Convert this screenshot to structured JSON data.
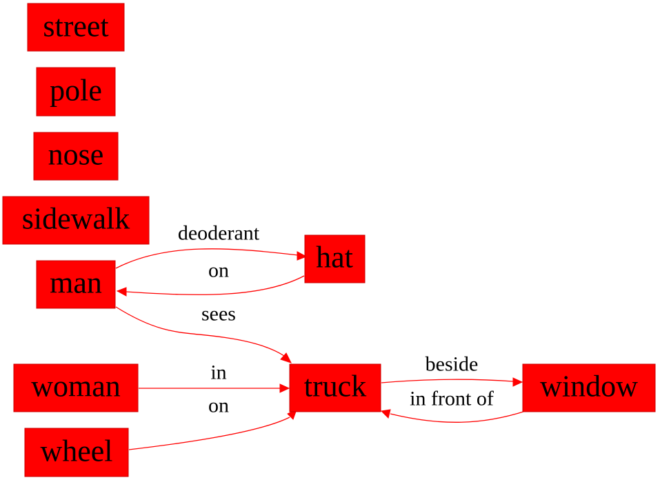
{
  "graph": {
    "node_color": "#ff0000",
    "edge_color": "#ff0000",
    "nodes": [
      {
        "id": "street",
        "label": "street"
      },
      {
        "id": "pole",
        "label": "pole"
      },
      {
        "id": "nose",
        "label": "nose"
      },
      {
        "id": "sidewalk",
        "label": "sidewalk"
      },
      {
        "id": "man",
        "label": "man"
      },
      {
        "id": "hat",
        "label": "hat"
      },
      {
        "id": "woman",
        "label": "woman"
      },
      {
        "id": "truck",
        "label": "truck"
      },
      {
        "id": "wheel",
        "label": "wheel"
      },
      {
        "id": "window",
        "label": "window"
      }
    ],
    "edges": [
      {
        "from": "man",
        "to": "hat",
        "label": "deoderant"
      },
      {
        "from": "hat",
        "to": "man",
        "label": "on"
      },
      {
        "from": "man",
        "to": "truck",
        "label": "sees"
      },
      {
        "from": "woman",
        "to": "truck",
        "label": "in"
      },
      {
        "from": "wheel",
        "to": "truck",
        "label": "on"
      },
      {
        "from": "truck",
        "to": "window",
        "label": "beside"
      },
      {
        "from": "window",
        "to": "truck",
        "label": "in front of"
      }
    ]
  }
}
